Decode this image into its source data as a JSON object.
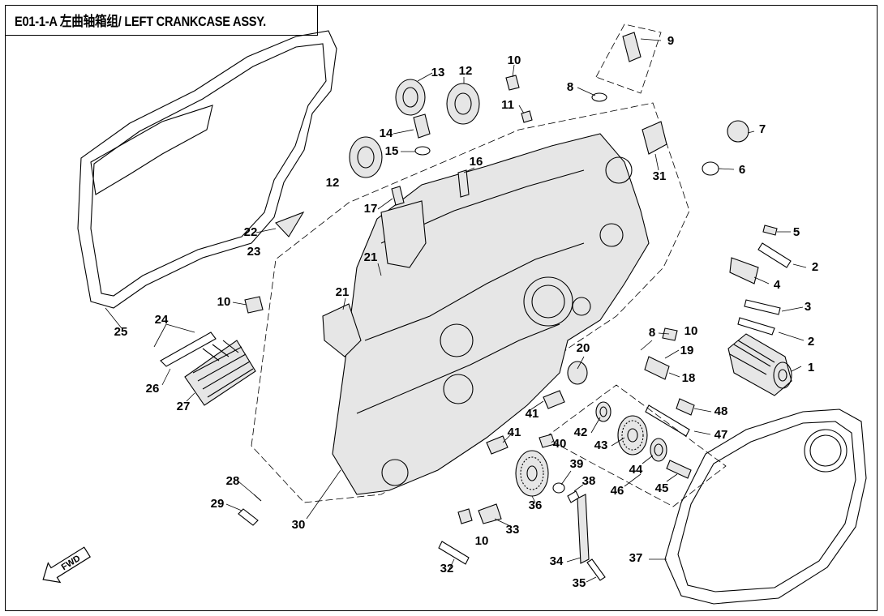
{
  "title": "E01-1-A 左曲轴箱组/ LEFT CRANKCASE ASSY.",
  "direction_icon": "FWD",
  "callouts": [
    "1",
    "2",
    "2",
    "3",
    "4",
    "5",
    "6",
    "7",
    "8",
    "8",
    "9",
    "10",
    "10",
    "10",
    "10",
    "11",
    "12",
    "12",
    "13",
    "14",
    "15",
    "16",
    "17",
    "18",
    "19",
    "20",
    "21",
    "21",
    "22",
    "23",
    "24",
    "25",
    "26",
    "27",
    "28",
    "29",
    "30",
    "31",
    "32",
    "33",
    "34",
    "35",
    "36",
    "37",
    "38",
    "39",
    "40",
    "41",
    "41",
    "42",
    "43",
    "44",
    "45",
    "46",
    "47",
    "48"
  ]
}
